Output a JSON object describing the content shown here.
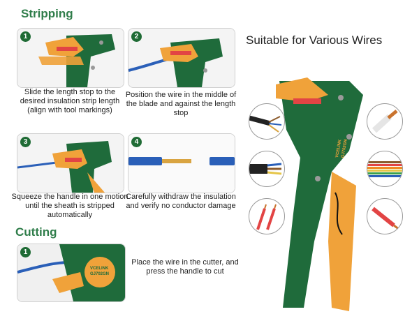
{
  "sections": {
    "stripping_title": "Stripping",
    "cutting_title": "Cutting"
  },
  "steps": [
    {
      "number": "1",
      "text": "Slide the length stop to the desired insulation strip length (align with tool markings)"
    },
    {
      "number": "2",
      "text": "Position the wire in the middle of the blade and against the length stop"
    },
    {
      "number": "3",
      "text": "Squeeze the handle in one motion until the sheath is stripped automatically"
    },
    {
      "number": "4",
      "text": "Carefully withdraw the insulation and verify no conductor damage"
    }
  ],
  "cutting_step": {
    "number": "1",
    "text": "Place the wire in the cutter, and press the handle to cut"
  },
  "wires_heading": "Suitable for Various Wires",
  "tool_label": {
    "brand": "VCELINK",
    "model": "GJ702GN"
  },
  "colors": {
    "accent_green": "#2f7d4a",
    "tool_green": "#1f6b3b",
    "tool_orange": "#f0a23a",
    "wire_blue": "#2a5fb8",
    "conductor": "#d9a441"
  },
  "wire_types": [
    "multi-conductor-cable-icon",
    "single-core-cable-icon",
    "round-multicore-cable-icon",
    "ribbon-cable-icon",
    "twin-wire-icon",
    "red-wire-icon"
  ]
}
